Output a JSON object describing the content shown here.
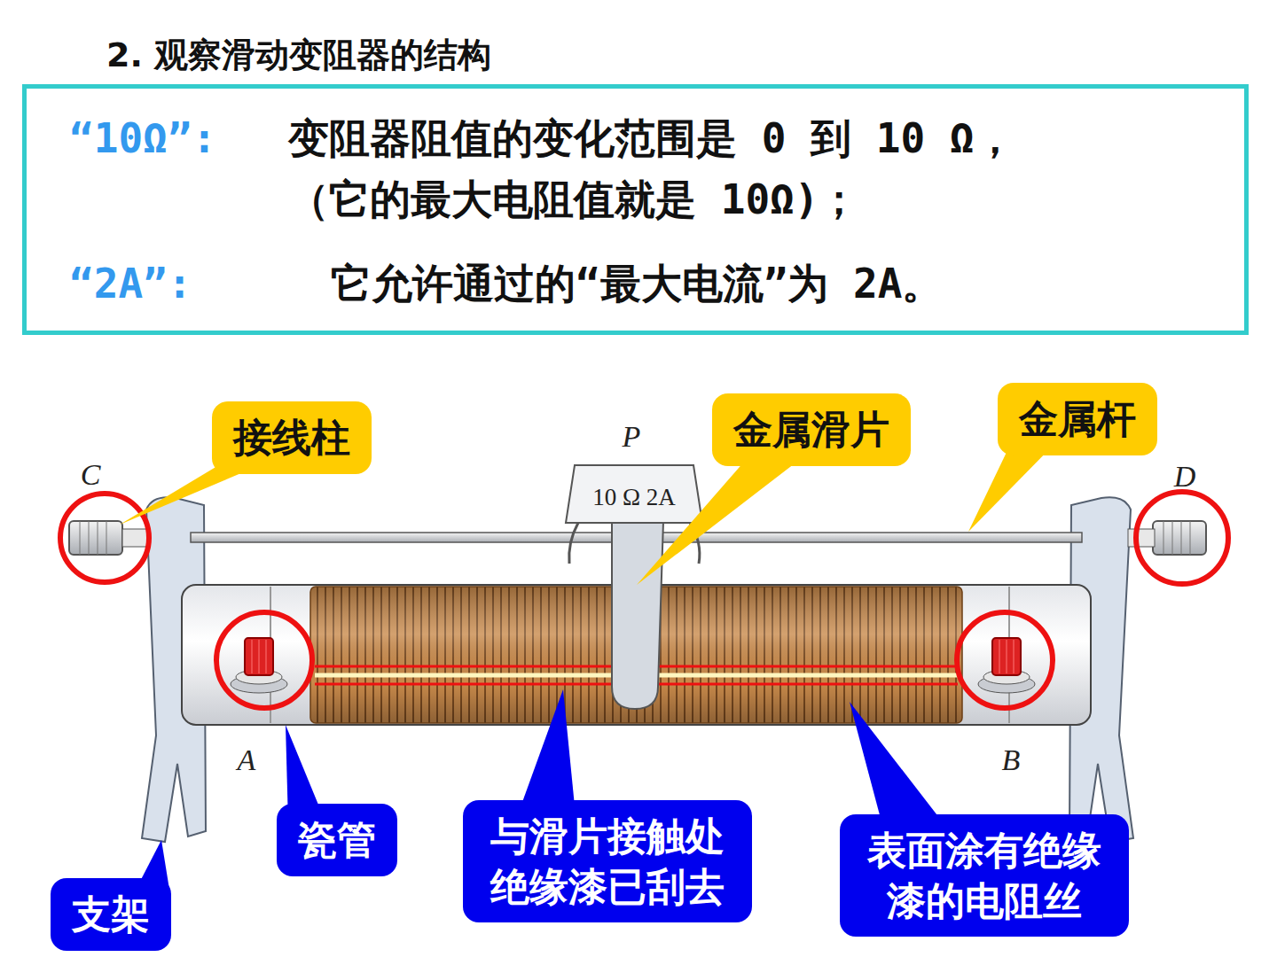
{
  "diagram": {
    "title": "2. 观察滑动变阻器的结构",
    "nodes": [
      {
        "text": [
          "“10Ω”:",
          "变阻器阻值的变化范围是 0 到 10 Ω，（它的最大电阻值就是 10Ω)；",
          "“2A”:",
          "它允许通过的“最大电流”为 2A。"
        ]
      },
      {
        "text": [
          "接线柱"
        ]
      },
      {
        "text": [
          "金属滑片"
        ]
      },
      {
        "text": [
          "金属杆"
        ]
      },
      {
        "text": [
          "瓷管"
        ]
      },
      {
        "text": [
          "与滑片接触处绝缘漆已刮去"
        ]
      },
      {
        "text": [
          "表面涂有绝缘漆的电阻丝"
        ]
      },
      {
        "text": [
          "支架"
        ]
      }
    ],
    "labels": [
      "P",
      "10 Ω 2A",
      "C",
      "D",
      "A",
      "B"
    ]
  }
}
